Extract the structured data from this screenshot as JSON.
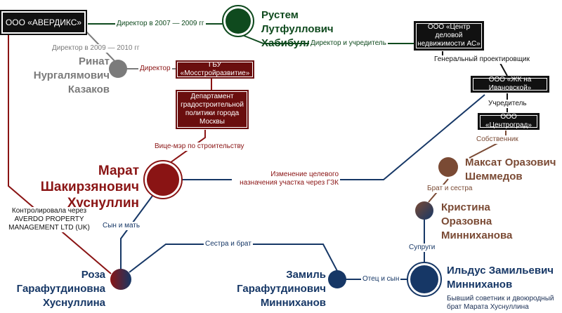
{
  "colors": {
    "green": "#0f4a1e",
    "gray": "#7b7b7b",
    "red": "#8a1414",
    "navy": "#163766",
    "brown": "#7a4a34",
    "black": "#111111"
  },
  "orgs": {
    "averdiks": "ООО «АВЕРДИКС»",
    "centr_delovoy": "ООО «Центр деловой недвижимости АС»",
    "zhk": "ООО «ЖК на Ивановской»",
    "centrograd": "ООО «Центроград»",
    "gbu": "ГБУ «Мосстройразвитие»",
    "department": "Департамент градостроительной политики города Москвы"
  },
  "people": {
    "khabibullin": "Рустем Лутфуллович Хабибуллин",
    "kazakov": "Ринат Нургалямович Казаков",
    "khusnullin_marat": "Марат Шакирзянович Хуснуллин",
    "shemmedov": "Максат Оразович Шеммедов",
    "kristina": "Кристина Оразовна Минниханова",
    "roza": "Роза Гарафутдиновна Хуснуллина",
    "zamil": "Замиль Гарафутдинович Минниханов",
    "ildus": "Ильдус Замильевич Минниханов",
    "ildus_note": "Бывший советник и двоюродный брат Марата Хуснуллина"
  },
  "edges": {
    "director_2007": "Директор в 2007 — 2009 гг",
    "director_2009": "Директор в 2009 — 2010 гг",
    "director": "Директор",
    "director_founder": "Директор и учредитель",
    "general_designer": "Генеральный проектировщик",
    "founder": "Учредитель",
    "owner": "Собственник",
    "brother_sister": "Брат и сестра",
    "spouses": "Супруги",
    "vice_mayor": "Вице-мэр по строительству",
    "zoning_change": "Изменение целевого назначения участка через ГЗК",
    "controlled": "Контролировала через AVERDO PROPERTY MANAGEMENT LTD (UK)",
    "son_mother": "Сын и мать",
    "sister_brother": "Сестра и брат",
    "father_son": "Отец и сын"
  }
}
